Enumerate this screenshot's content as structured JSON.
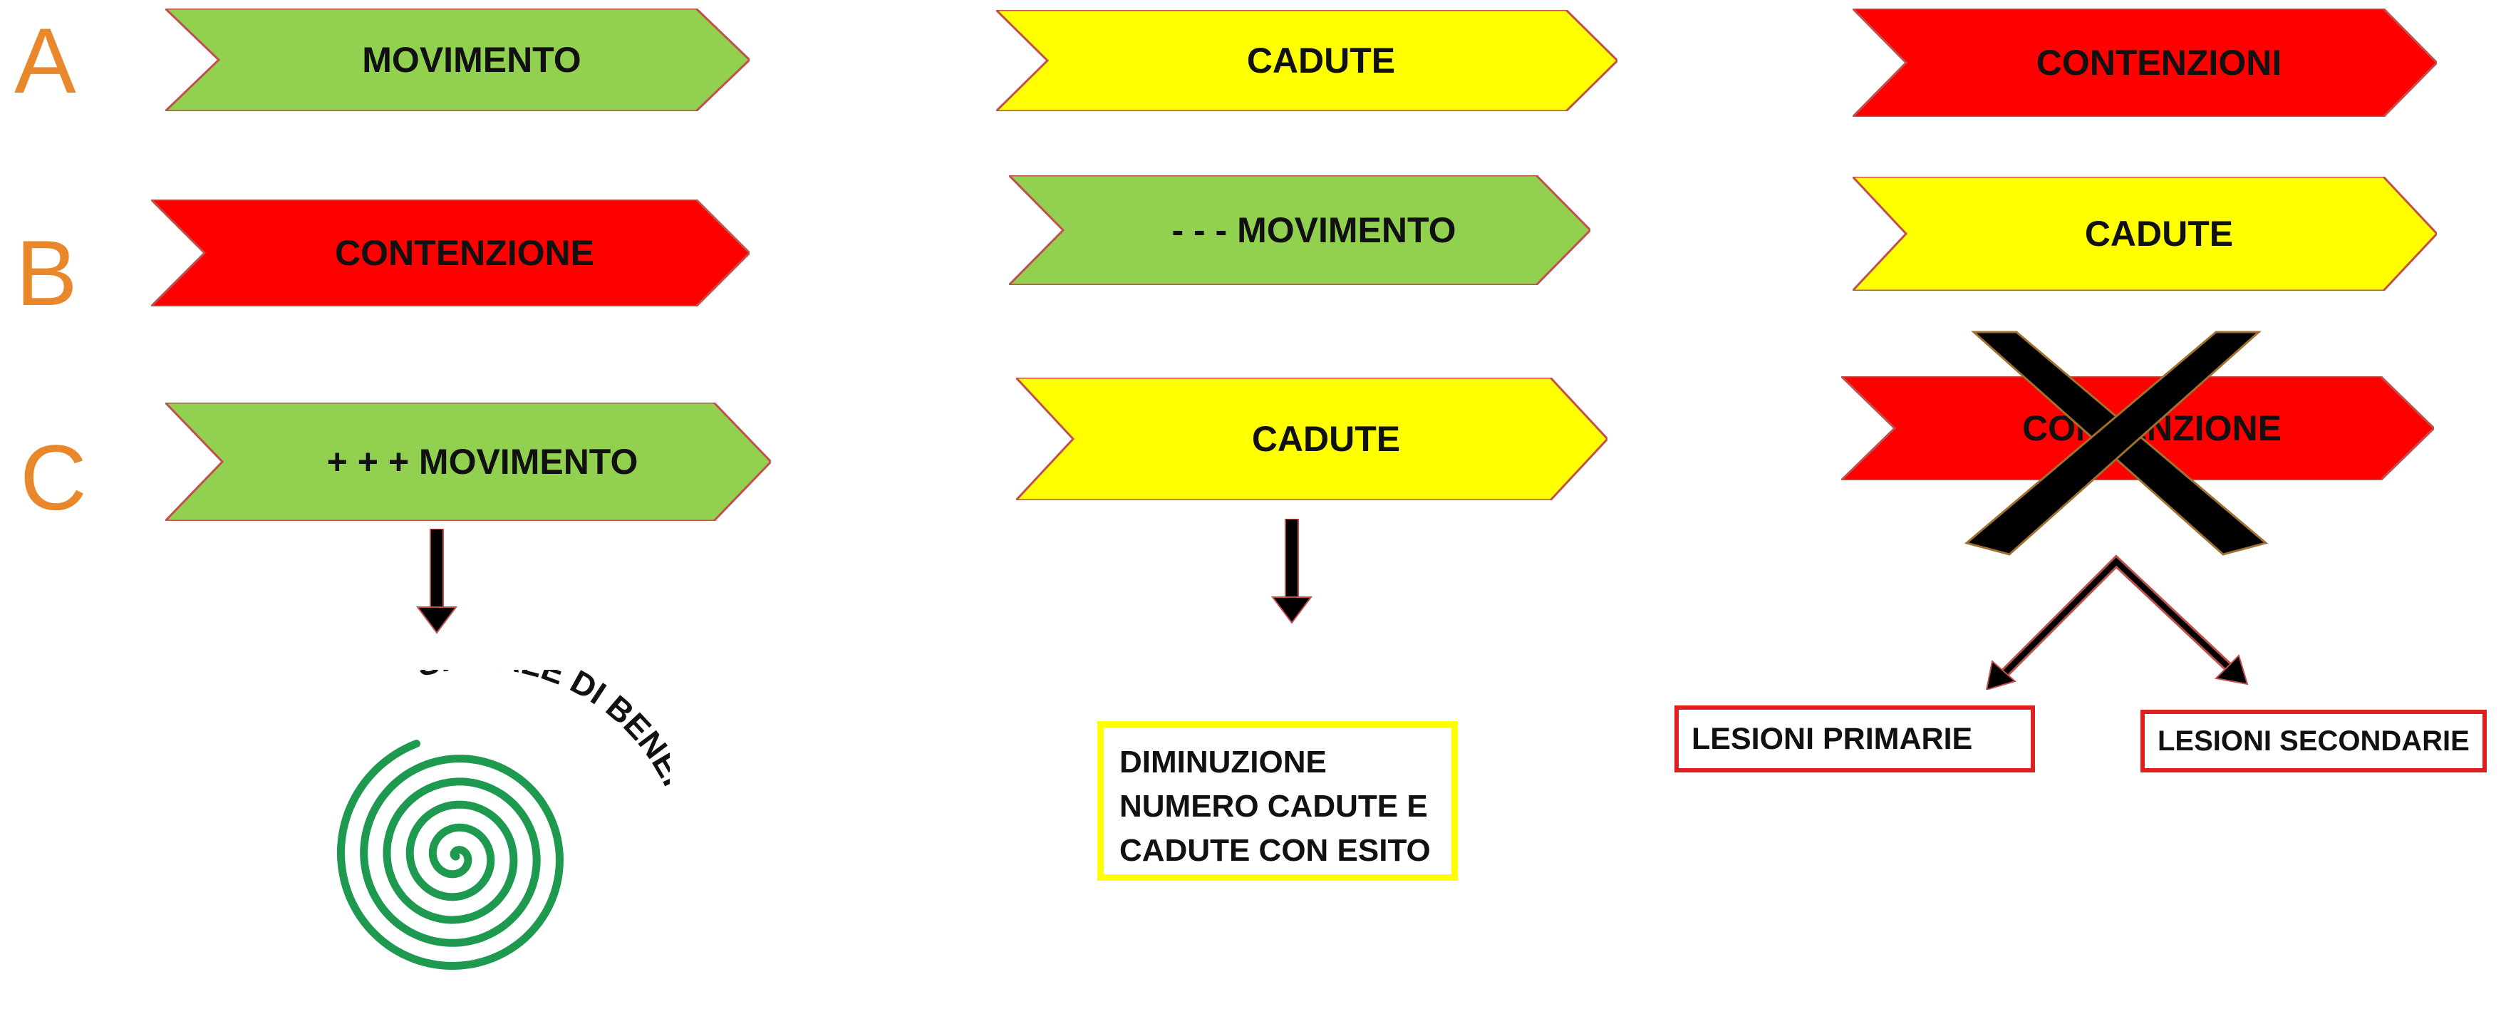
{
  "rows": [
    {
      "letter": "A"
    },
    {
      "letter": "B"
    },
    {
      "letter": "C"
    }
  ],
  "columns": {
    "col1": {
      "a": {
        "label": "MOVIMENTO",
        "color": "#92D050"
      },
      "b": {
        "label": "CONTENZIONE",
        "color": "#FF0000"
      },
      "c": {
        "label": "+ + + MOVIMENTO",
        "color": "#92D050"
      }
    },
    "col2": {
      "a": {
        "label": "CADUTE",
        "color": "#FFFF00"
      },
      "b": {
        "label": "- - - MOVIMENTO",
        "color": "#92D050"
      },
      "c": {
        "label": "CADUTE",
        "color": "#FFFF00"
      }
    },
    "col3": {
      "a": {
        "label": "CONTENZIONI",
        "color": "#FF0000"
      },
      "b": {
        "label": "CADUTE",
        "color": "#FFFF00"
      },
      "c": {
        "label": "CONTENZIONE",
        "color": "#FF0000"
      }
    }
  },
  "outcomes": {
    "spiral_text": "SPIRALE DI BENEFICI",
    "falls_box_lines": [
      "DIMINUZIONE",
      "NUMERO CADUTE E",
      "CADUTE CON ESITO"
    ],
    "lesion_primary": "LESIONI PRIMARIE",
    "lesion_secondary": "LESIONI SECONDARIE"
  },
  "colors": {
    "letter": "#E8882A",
    "green": "#92D050",
    "red": "#FF0000",
    "yellow": "#FFFF00",
    "spiral": "#1E9950",
    "cross": "#000000",
    "chevron_border": "#C0504D"
  }
}
